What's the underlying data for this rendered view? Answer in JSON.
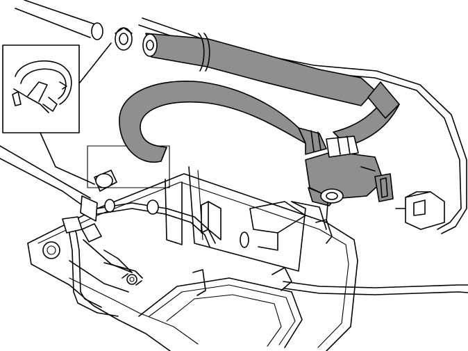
{
  "colors": {
    "background": "#ffffff",
    "line": "#000000",
    "hose_fill": "#8f8f8f",
    "hose_outline": "#000000"
  },
  "components": [
    {
      "name": "inset-hose-clamp-detail",
      "kind": "inset-box"
    },
    {
      "name": "hose-clamp-ring",
      "kind": "clamp"
    },
    {
      "name": "rubber-hose-upper",
      "kind": "hose"
    },
    {
      "name": "u-shaped-hose",
      "kind": "hose"
    },
    {
      "name": "valve-solenoid",
      "kind": "valve"
    },
    {
      "name": "electrical-connector",
      "kind": "connector"
    },
    {
      "name": "mounting-bracket-plate",
      "kind": "bracket"
    },
    {
      "name": "fuel-line-pipe",
      "kind": "pipe"
    },
    {
      "name": "small-grommet",
      "kind": "grommet"
    },
    {
      "name": "mounting-bolt",
      "kind": "fastener"
    }
  ]
}
